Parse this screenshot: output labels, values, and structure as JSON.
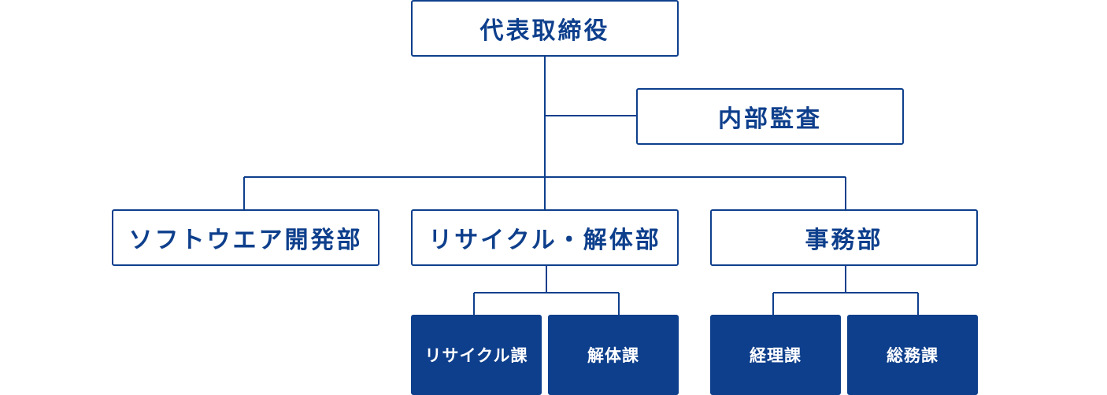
{
  "org_chart": {
    "ceo": "代表取締役",
    "audit": "内部監査",
    "departments": [
      {
        "name": "ソフトウエア開発部",
        "sections": []
      },
      {
        "name": "リサイクル・解体部",
        "sections": [
          "リサイクル課",
          "解体課"
        ]
      },
      {
        "name": "事務部",
        "sections": [
          "経理課",
          "総務課"
        ]
      }
    ]
  },
  "colors": {
    "primary": "#0e3f8c",
    "background": "#ffffff",
    "filled_text": "#ffffff"
  }
}
